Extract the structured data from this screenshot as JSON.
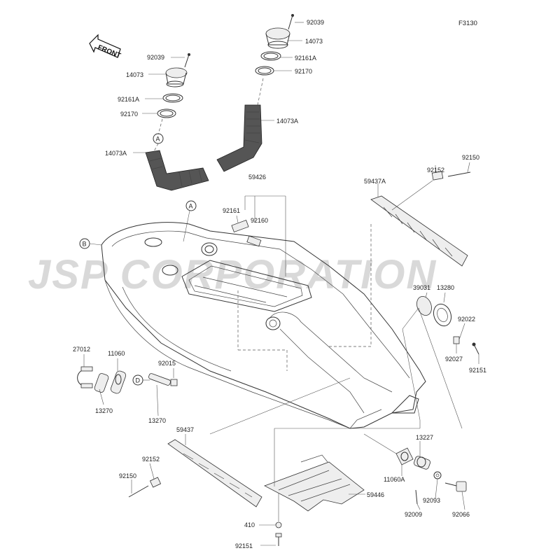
{
  "figure_code": "F3130",
  "front_label": "FRONT",
  "watermark": "JSP CORPORATION",
  "callout_circles": {
    "a": "A",
    "b": "B",
    "d": "D"
  },
  "labels": {
    "p92039_r": "92039",
    "p14073_r": "14073",
    "p92161a_r": "92161A",
    "p92170_r": "92170",
    "p14073a_r": "14073A",
    "p92039_l": "92039",
    "p14073_l": "14073",
    "p92161a_l": "92161A",
    "p92170_l": "92170",
    "p14073a_l": "14073A",
    "p59426": "59426",
    "p92161": "92161",
    "p92160": "92160",
    "p59437a": "59437A",
    "p92152_r": "92152",
    "p92150_r": "92150",
    "p39031": "39031",
    "p13280": "13280",
    "p92022": "92022",
    "p92027": "92027",
    "p92151_r": "92151",
    "p27012": "27012",
    "p11060": "11060",
    "p92015": "92015",
    "p13270_a": "13270",
    "p13270_b": "13270",
    "p59437": "59437",
    "p92152_l": "92152",
    "p92150_l": "92150",
    "p59446": "59446",
    "p410": "410",
    "p92151_b": "92151",
    "p13227": "13227",
    "p11060a": "11060A",
    "p92093": "92093",
    "p92009": "92009",
    "p92066": "92066"
  }
}
